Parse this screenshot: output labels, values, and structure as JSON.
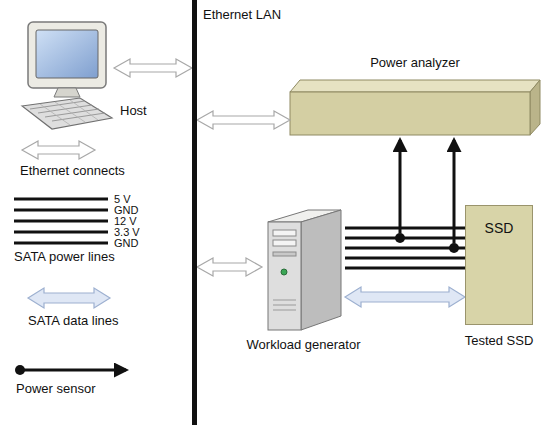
{
  "diagram": {
    "nodes": [
      {
        "text": [
          "Host"
        ]
      },
      {
        "text": [
          "Ethernet LAN"
        ]
      },
      {
        "text": [
          "Power analyzer"
        ]
      },
      {
        "text": [
          "Workload generator"
        ]
      },
      {
        "text": [
          "SSD",
          "Tested SSD"
        ]
      }
    ],
    "edges": [
      {
        "from": 0,
        "to": 1,
        "arrow": "both"
      },
      {
        "from": 1,
        "to": 2,
        "arrow": "both"
      },
      {
        "from": 1,
        "to": 3,
        "arrow": "both"
      },
      {
        "from": 3,
        "to": 4,
        "arrow": "none"
      },
      {
        "from": 3,
        "to": 4,
        "arrow": "none"
      },
      {
        "from": 3,
        "to": 4,
        "arrow": "none"
      },
      {
        "from": 3,
        "to": 4,
        "arrow": "none"
      },
      {
        "from": 3,
        "to": 4,
        "arrow": "none"
      },
      {
        "from": 3,
        "to": 4,
        "arrow": "both"
      }
    ],
    "labels": [
      "5 V",
      "GND",
      "12 V",
      "3.3 V",
      "GND"
    ],
    "legend": [
      {
        "text": "Ethernet connects"
      },
      {
        "text": "SATA power lines"
      },
      {
        "text": "SATA data lines"
      },
      {
        "text": "Power sensor"
      }
    ]
  }
}
